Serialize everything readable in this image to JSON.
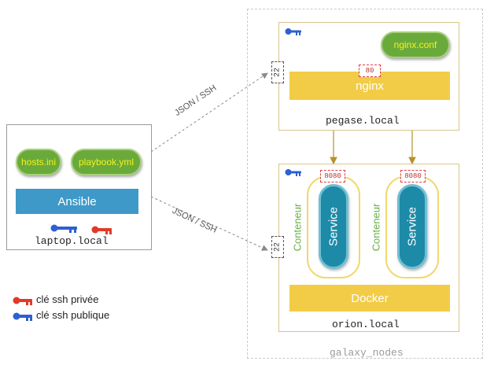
{
  "group": {
    "label": "galaxy_nodes"
  },
  "laptop": {
    "hostname": "laptop.local",
    "hosts_file": "hosts.ini",
    "playbook_file": "playbook.yml",
    "tool": "Ansible"
  },
  "pegase": {
    "hostname": "pegase.local",
    "config_file": "nginx.conf",
    "service": "nginx",
    "port": "80",
    "ssh_port": "22"
  },
  "orion": {
    "hostname": "orion.local",
    "runtime": "Docker",
    "ssh_port": "22",
    "containers": [
      {
        "label": "Conteneur",
        "service": "Service",
        "port": "8080"
      },
      {
        "label": "Conteneur",
        "service": "Service",
        "port": "8080"
      }
    ]
  },
  "connections": [
    {
      "label": "JSON / SSH"
    },
    {
      "label": "JSON / SSH"
    }
  ],
  "legend": {
    "private_key": "clé ssh privée",
    "public_key": "clé ssh publique"
  },
  "colors": {
    "private_key": "#e03a2a",
    "public_key": "#2f5fd0",
    "accent_yellow": "#f2cc46",
    "ansible_blue": "#3e99c8",
    "service_teal": "#1d8aa8",
    "file_green": "#6aaa3a"
  }
}
